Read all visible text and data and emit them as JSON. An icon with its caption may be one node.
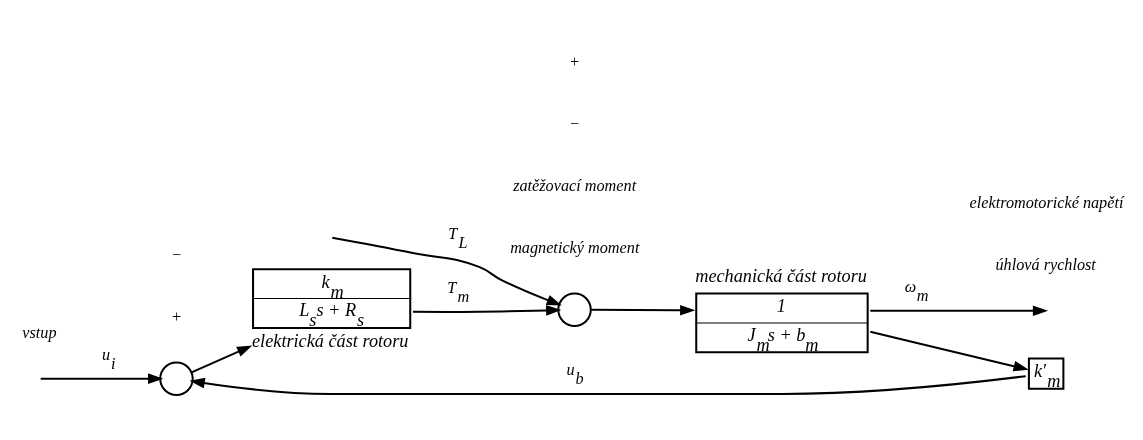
{
  "diagram": {
    "nodes": [
      {
        "text": [],
        "shape": "circle"
      },
      {
        "text": [
          "k$_{m}$",
          "L$_{s}$s + R$_{s}$"
        ],
        "beside": [
          "elektrická část rotoru"
        ]
      },
      {
        "text": [],
        "shape": "circle"
      },
      {
        "text": [
          "1",
          "J$_{m}$s + b$_{m}$"
        ],
        "beside": [
          "mechanická část rotoru"
        ]
      },
      {
        "text": [
          "k′$_{m}$"
        ]
      }
    ],
    "edges": [
      {
        "from": null,
        "to": 0,
        "arrow": "to",
        "label": "u$_{i}$"
      },
      {
        "from": 0,
        "to": 1,
        "arrow": "to"
      },
      {
        "from": 1,
        "to": 2,
        "arrow": "to",
        "label": "T$_{m}$"
      },
      {
        "from": null,
        "to": 2,
        "arrow": "to",
        "label": "T$_{L}$"
      },
      {
        "from": 2,
        "to": 3,
        "arrow": "to"
      },
      {
        "from": 3,
        "to": null,
        "arrow": "to",
        "label": "ω$_{m}$"
      },
      {
        "from": 3,
        "to": 4,
        "arrow": "to"
      },
      {
        "from": 4,
        "to": 0,
        "arrow": "to",
        "label": "u$_{b}$"
      }
    ],
    "labels": [
      "vstup",
      "+",
      "−",
      "magnetický moment",
      "zatěžovací moment",
      "−",
      "+",
      "úhlová rychlost",
      "elektromotorické napětí"
    ]
  }
}
